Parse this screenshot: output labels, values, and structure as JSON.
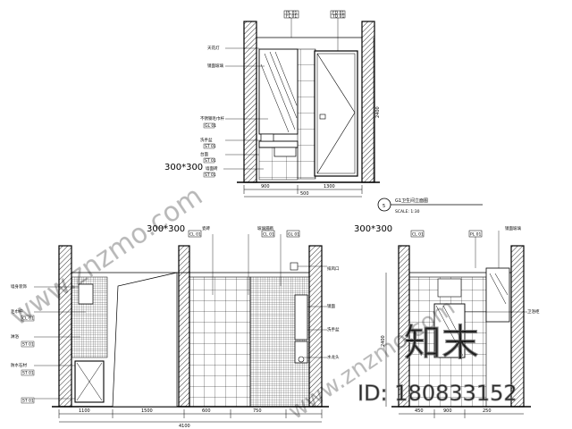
{
  "top_elevation": {
    "title": "G1卫生间立面图",
    "scale": "SCALE: 1:30",
    "section_no": "5",
    "tile_note": "300*300",
    "tags": [
      {
        "code": "FL 01",
        "sub": "PL 01"
      },
      {
        "code": "TD 01",
        "sub": "FD 01"
      },
      {
        "code": "GL 01"
      },
      {
        "code": "ST 01"
      },
      {
        "code": "ST 01"
      },
      {
        "code": "ST 01"
      }
    ],
    "leader_labels": [
      "天花灯",
      "镜面玻璃",
      "不锈钢毛巾杆",
      "洗手盆",
      "台面",
      "墙面砖"
    ],
    "dim_labels": [
      "900",
      "1300",
      "2400",
      "500"
    ]
  },
  "bottom_left_elevation": {
    "tile_note": "300*300",
    "tags": [
      {
        "code": "CL 01"
      },
      {
        "code": "CL 01"
      },
      {
        "code": "GL 01"
      },
      {
        "code": "CL 01"
      },
      {
        "code": "ST 01"
      },
      {
        "code": "ST 01"
      },
      {
        "code": "ST 01"
      }
    ],
    "leader_labels": [
      "墙身装饰",
      "瓷砖",
      "玻璃隔断",
      "毛巾杆",
      "淋浴",
      "防水石材",
      "排风口",
      "镜面",
      "洗手盆",
      "水龙头"
    ],
    "dim_labels": [
      "1100",
      "1500",
      "600",
      "750",
      "4100"
    ]
  },
  "bottom_right_elevation": {
    "tile_note": "300*300",
    "tags": [
      {
        "code": "CL 01"
      },
      {
        "code": "PL 01"
      }
    ],
    "leader_labels": [
      "卫浴柜",
      "镜面玻璃"
    ],
    "dim_labels": [
      "2400",
      "450",
      "900",
      "250"
    ]
  },
  "watermark": {
    "site_text": "www.znzmo.com",
    "logo_chars": "知末",
    "id_text": "ID: 180833152"
  }
}
